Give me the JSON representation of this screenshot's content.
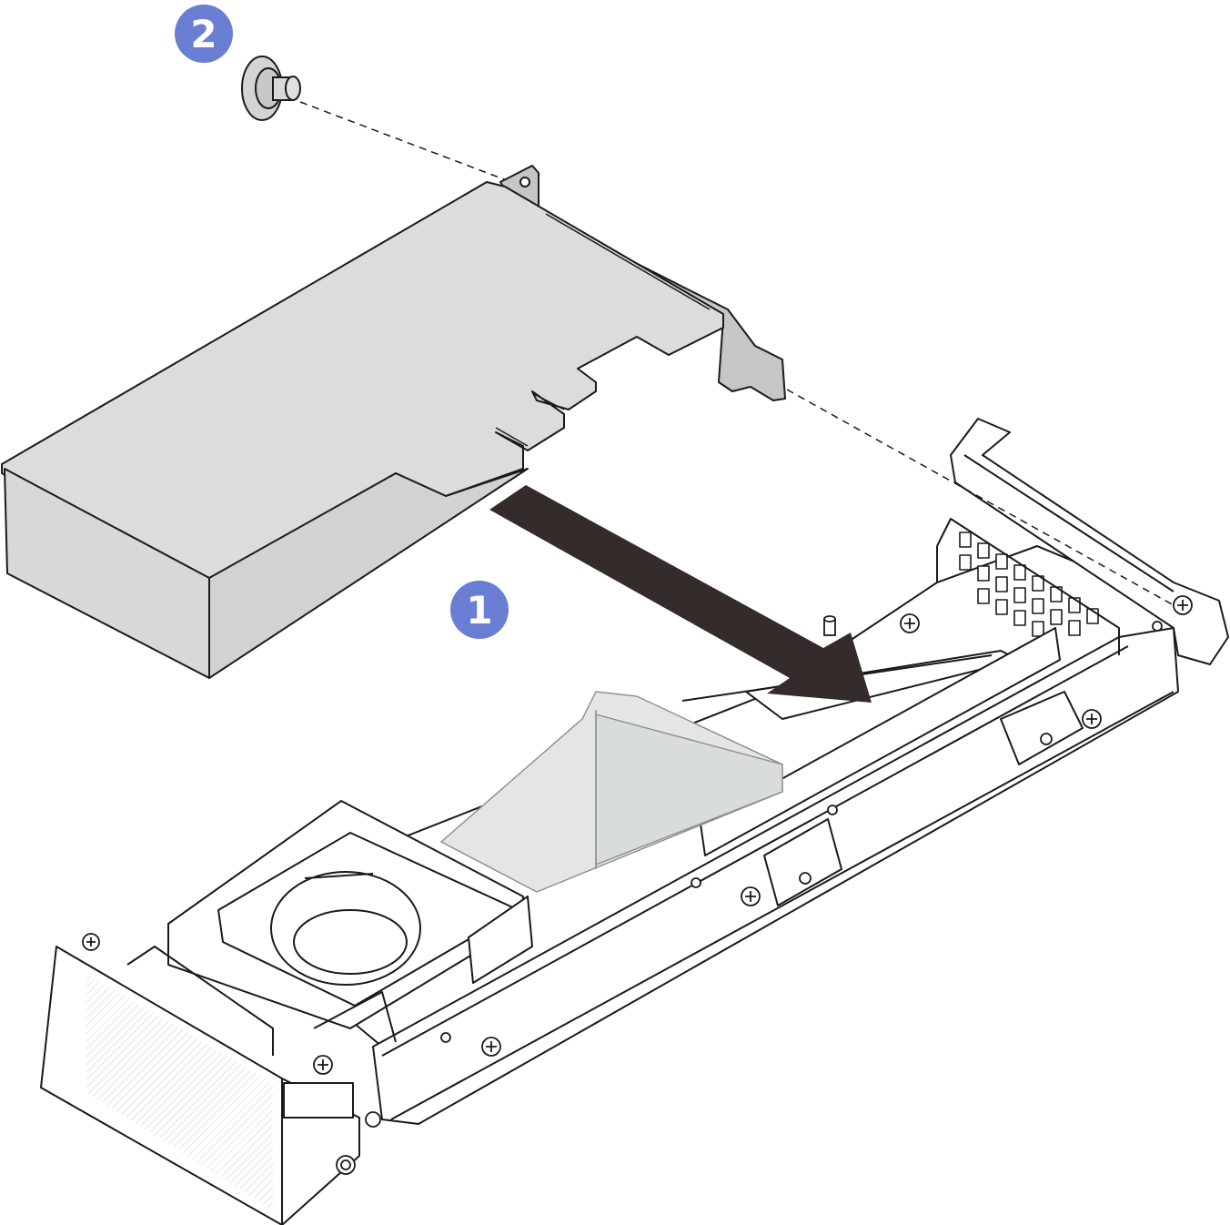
{
  "diagram": {
    "callouts": [
      {
        "id": "step-1",
        "label": "1",
        "color": "#6a7fd4"
      },
      {
        "id": "step-2",
        "label": "2",
        "color": "#6a7fd4"
      }
    ],
    "colors": {
      "line": "#1a1a1a",
      "card_fill": "#dcdcdc",
      "card_dark": "#cfcfcf",
      "arrow": "#332c2b",
      "duct": "#e4e6e6",
      "chassis": "#ffffff"
    },
    "icons": [
      "insert-direction-arrow",
      "thumbscrew-icon",
      "screw-icon"
    ]
  }
}
